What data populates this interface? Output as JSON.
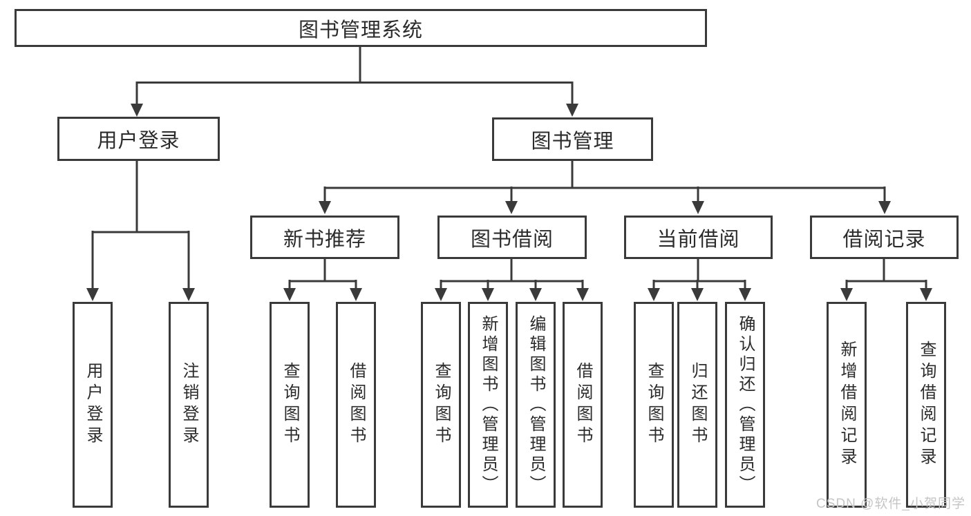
{
  "tree": {
    "root": {
      "label": "图书管理系统"
    },
    "children": [
      {
        "label": "用户登录",
        "children": [
          {
            "label": "用户登录"
          },
          {
            "label": "注销登录"
          }
        ]
      },
      {
        "label": "图书管理",
        "children": [
          {
            "label": "新书推荐",
            "children": [
              {
                "label": "查询图书"
              },
              {
                "label": "借阅图书"
              }
            ]
          },
          {
            "label": "图书借阅",
            "children": [
              {
                "label": "查询图书"
              },
              {
                "label": "新增图书（管理员）"
              },
              {
                "label": "编辑图书（管理员）"
              },
              {
                "label": "借阅图书"
              }
            ]
          },
          {
            "label": "当前借阅",
            "children": [
              {
                "label": "查询图书"
              },
              {
                "label": "归还图书"
              },
              {
                "label": "确认归还（管理员）"
              }
            ]
          },
          {
            "label": "借阅记录",
            "children": [
              {
                "label": "新增借阅记录"
              },
              {
                "label": "查询借阅记录"
              }
            ]
          }
        ]
      }
    ]
  },
  "watermark": {
    "text": "CSDN @软件_小贺同学"
  },
  "colors": {
    "line": "#3a3a3a",
    "text": "#2b2b2b",
    "box_background": "#ffffff",
    "watermark": "#c5c5c5",
    "background": "#ffffff"
  }
}
